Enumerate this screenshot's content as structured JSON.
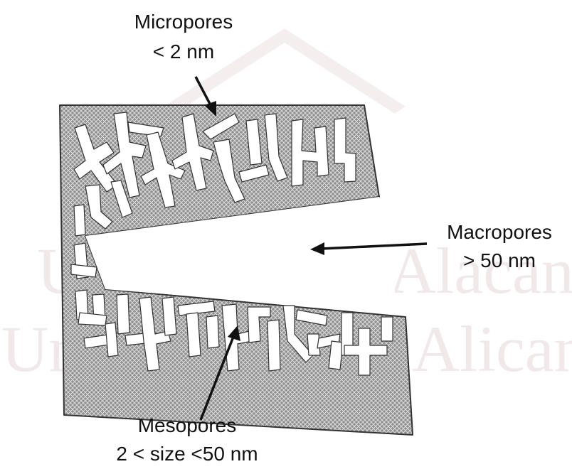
{
  "watermark": {
    "line1": "Universitat d'Alacant",
    "line2": "Universidad de Alicante"
  },
  "labels": {
    "micropores": {
      "name": "Micropores",
      "size": "< 2 nm"
    },
    "macropores": {
      "name": "Macropores",
      "size": "> 50 nm"
    },
    "mesopores": {
      "name": "Mesopores",
      "size": "2 < size <50 nm"
    }
  },
  "colors": {
    "solid_fill": "#8f8f8f",
    "hatch": "#dcdcdc",
    "outline": "#333333",
    "text": "#111111"
  }
}
